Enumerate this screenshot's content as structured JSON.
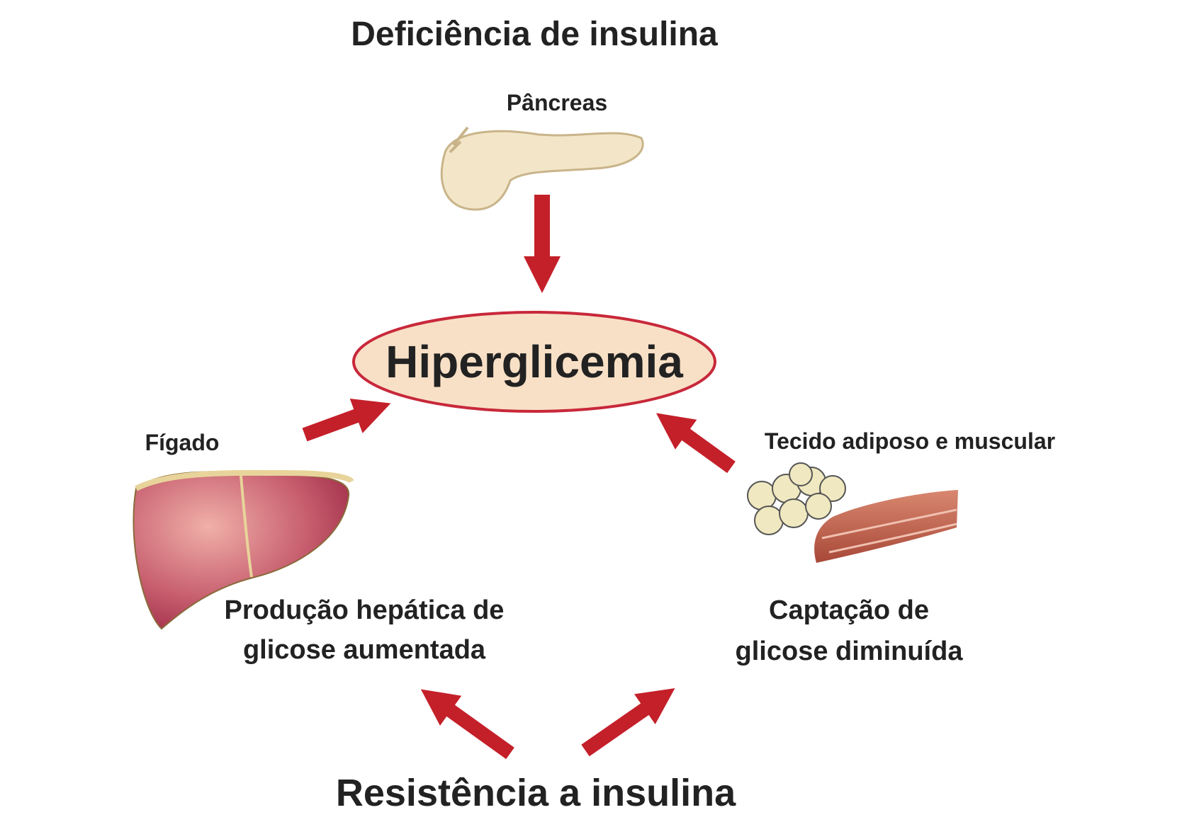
{
  "title_top": "Deficiência de insulina",
  "pancreas_label": "Pâncreas",
  "center_label": "Hiperglicemia",
  "liver_label": "Fígado",
  "tissue_label": "Tecido adiposo e muscular",
  "liver_effect": [
    "Produção hepática de",
    "glicose aumentada"
  ],
  "tissue_effect": [
    "Captação de",
    "glicose diminuída"
  ],
  "title_bottom": "Resistência a insulina",
  "colors": {
    "arrow": "#c4202a",
    "ellipse_fill": "#f8e0c6",
    "ellipse_stroke": "#c8283a",
    "text": "#222222"
  }
}
